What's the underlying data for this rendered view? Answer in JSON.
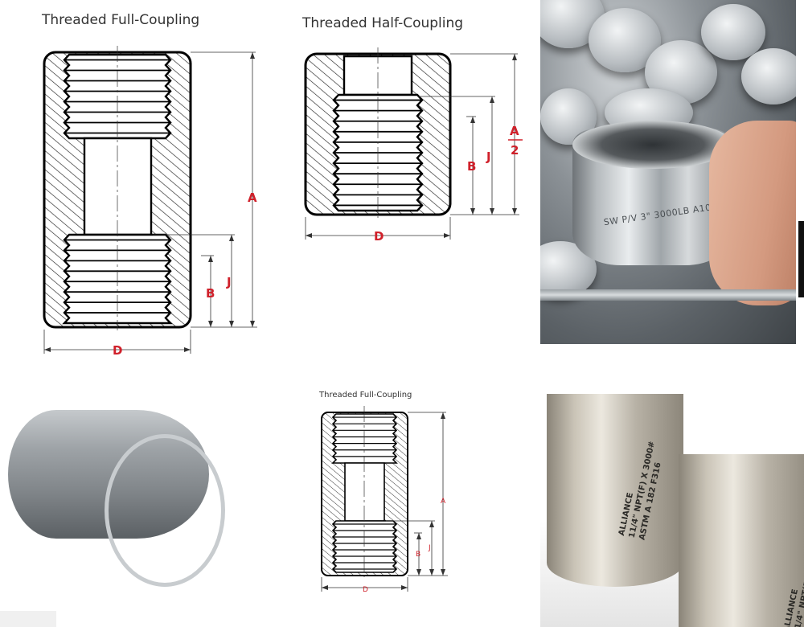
{
  "diagrams": {
    "full_coupling": {
      "title": "Threaded Full-Coupling",
      "labels": {
        "A": "A",
        "B": "B",
        "J": "J",
        "D": "D"
      }
    },
    "half_coupling": {
      "title": "Threaded Half-Coupling",
      "labels": {
        "A_num": "A",
        "A_den": "2",
        "B": "B",
        "J": "J",
        "D": "D"
      }
    },
    "full_coupling_small": {
      "title": "Threaded Full-Coupling",
      "labels": {
        "A": "A",
        "B": "B",
        "J": "J",
        "D": "D"
      }
    },
    "dimension_color": "#d0202a"
  },
  "photos": {
    "hand_coupling": {
      "marking": "SW P/V 3\" 3000LB A105 4180"
    },
    "alliance_couplings": {
      "marking_lines": [
        "ALLIANCE",
        "11/4\" NPT(F) X 3000#",
        "ASTM A 182 F316"
      ],
      "marking_lines_partial": [
        "ALLIANCE",
        "11/4\" NPT(F) X 3"
      ]
    }
  }
}
